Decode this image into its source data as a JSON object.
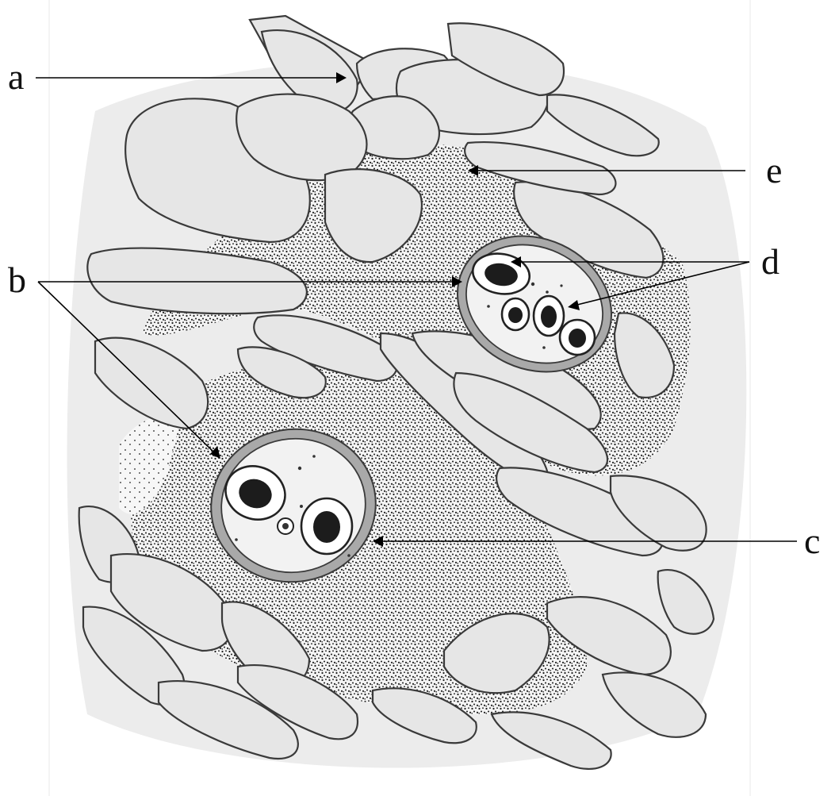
{
  "labels": {
    "a": "a",
    "b": "b",
    "c": "c",
    "d": "d",
    "e": "e"
  }
}
